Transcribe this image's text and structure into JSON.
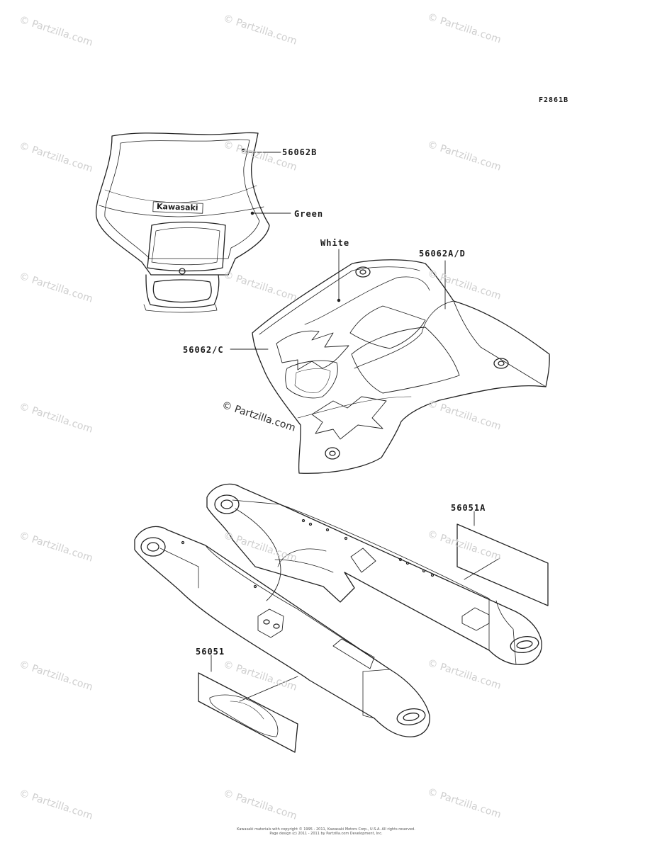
{
  "diagram": {
    "figure_code": "F2861B",
    "watermark": "© Partzilla.com",
    "labels": {
      "headlight_decal": "56062B",
      "headlight_color": "Green",
      "shroud_color": "White",
      "shroud_decal_upper": "56062A/D",
      "shroud_decal_lower": "56062/C",
      "swingarm_label_right": "56051A",
      "swingarm_label_left": "56051"
    },
    "logo_text": "Kawasaki",
    "footer": {
      "line1": "Kawasaki materials with copyright © 1995 - 2011, Kawasaki Motors Corp., U.S.A. All rights reserved.",
      "line2": "Page design (c) 2011 - 2011 by Partzilla.com Development, Inc."
    }
  }
}
